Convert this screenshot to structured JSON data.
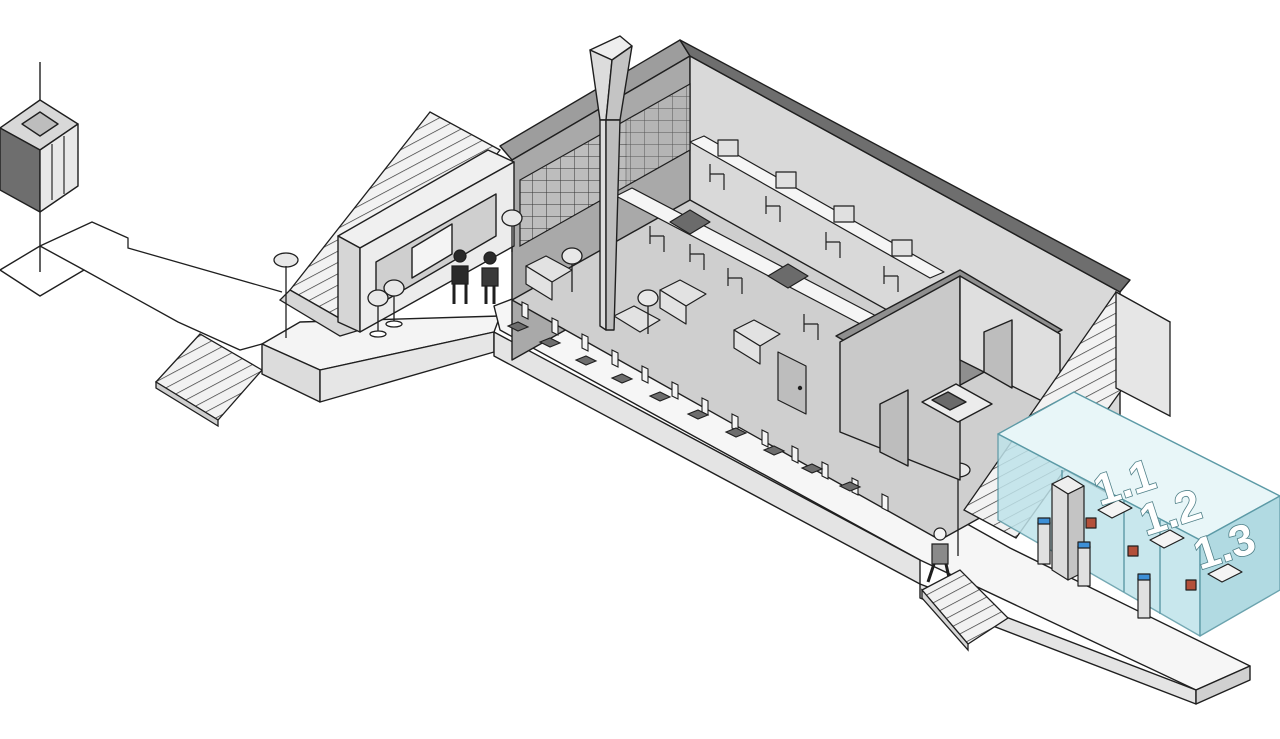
{
  "zones": [
    {
      "id": "zone-1-1",
      "label": "1.1"
    },
    {
      "id": "zone-1-2",
      "label": "1.2"
    },
    {
      "id": "zone-1-3",
      "label": "1.3"
    }
  ],
  "colors": {
    "outline": "#1f1f1f",
    "wall_light": "#e9e9e9",
    "wall_mid": "#c9c9c9",
    "wall_dark": "#9a9a9a",
    "floor": "#cfcfcf",
    "glass": "#bfe3ea",
    "glass_stroke": "#5c9aa6",
    "chair_accent": "#b3503a",
    "scanner_accent": "#3d8fd6"
  },
  "icons": [
    "elevator-icon",
    "person-icon",
    "lamp-icon",
    "monitor-icon",
    "chair-icon",
    "door-icon",
    "stairs-icon",
    "scanner-gate-icon"
  ]
}
